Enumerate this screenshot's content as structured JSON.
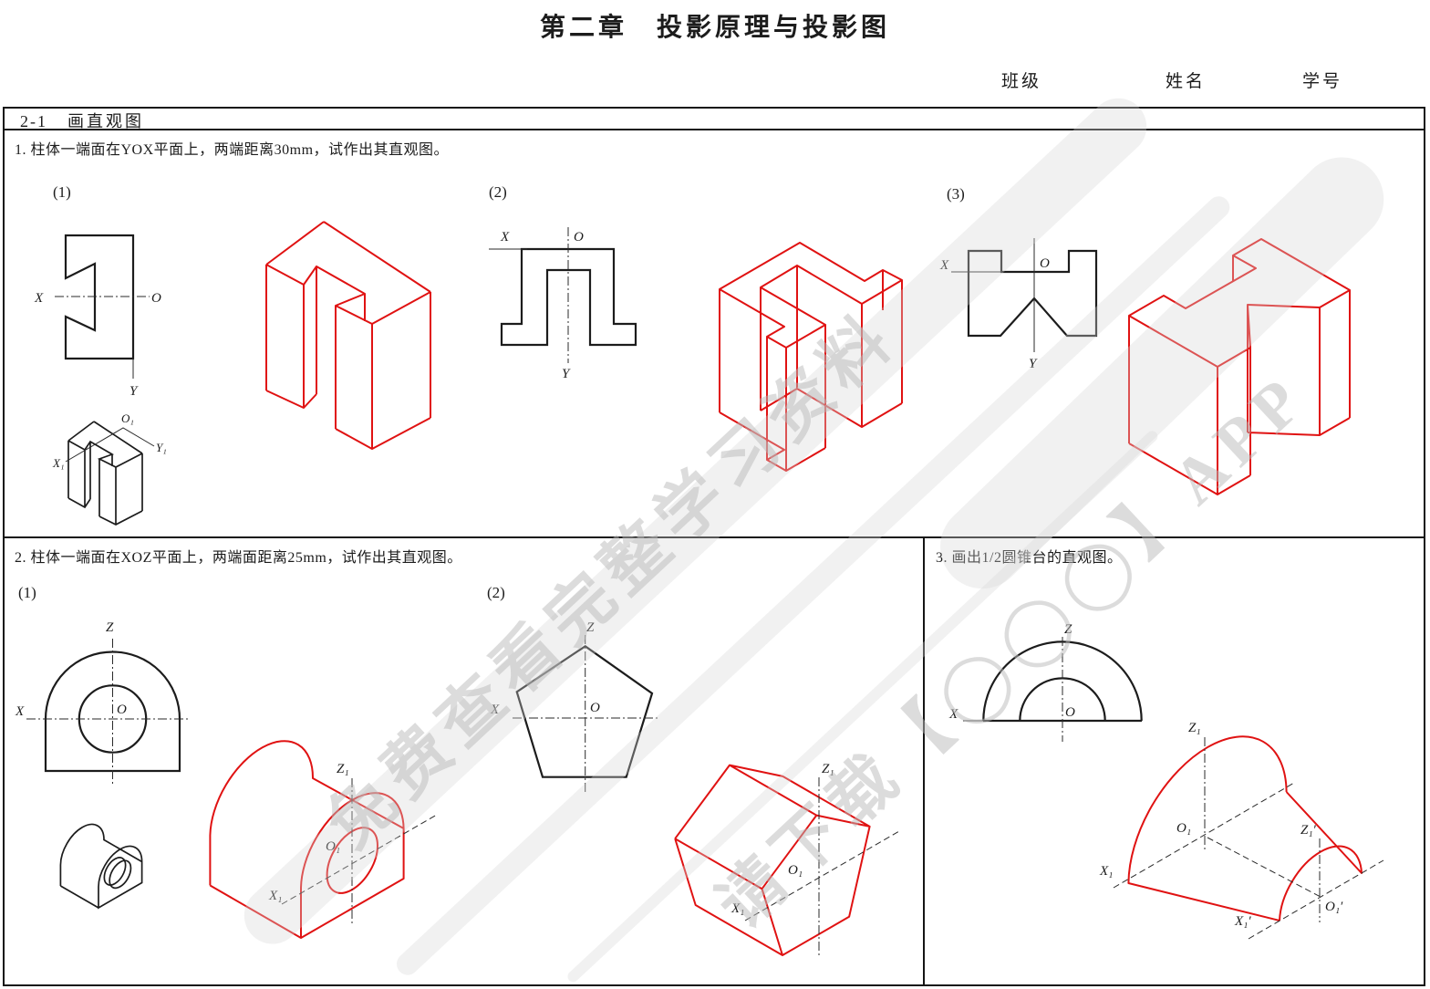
{
  "page_title": "第二章　投影原理与投影图",
  "header": {
    "class_label": "班级",
    "name_label": "姓名",
    "student_id_label": "学号"
  },
  "section": {
    "code": "2-1",
    "name": "画直观图"
  },
  "problem1": {
    "text": "1. 柱体一端面在YOX平面上，两端距离30mm，试作出其直观图。",
    "sub1": "(1)",
    "sub2": "(2)",
    "sub3": "(3)"
  },
  "problem2": {
    "text": "2. 柱体一端面在XOZ平面上，两端面距离25mm，试作出其直观图。",
    "sub1": "(1)",
    "sub2": "(2)"
  },
  "problem3": {
    "text": "3. 画出1/2圆锥台的直观图。"
  },
  "axis": {
    "x": "X",
    "y": "Y",
    "z": "Z",
    "o": "O",
    "x1": "X₁",
    "y1": "Y₁",
    "z1": "Z₁",
    "o1": "O₁",
    "x1p": "X₁′",
    "z1p": "Z₁′",
    "o1p": "O₁′"
  },
  "watermark": {
    "line1": "免费查看完整学习资料",
    "line2": "请下载【◯◯◯】APP"
  },
  "colors": {
    "answer_red": "#e01212",
    "drawing_black": "#1c1c1c",
    "watermark_gray": "#bcbcbc"
  }
}
